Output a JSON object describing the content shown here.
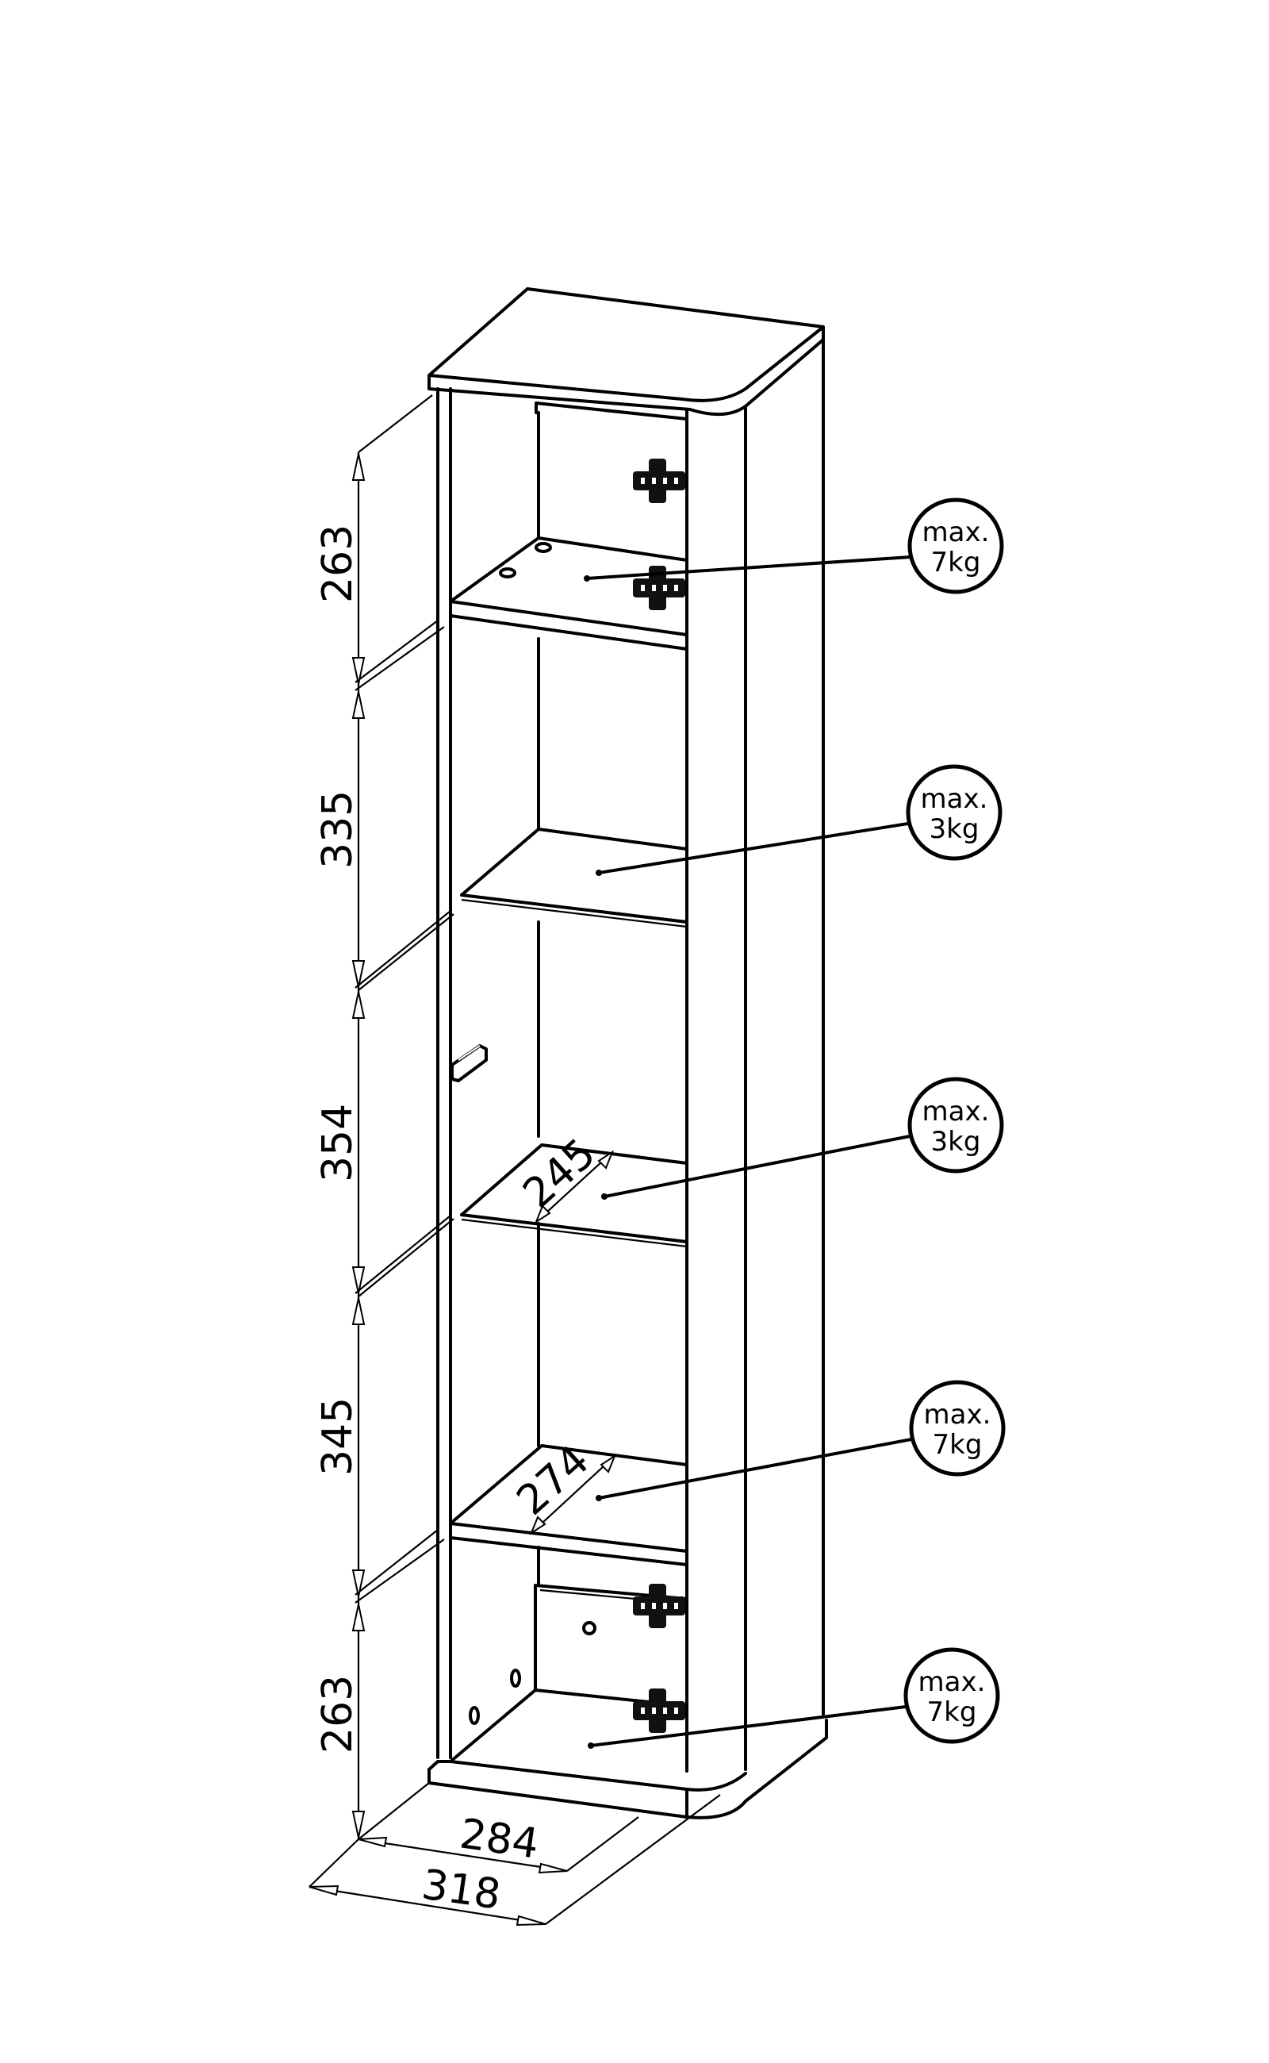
{
  "drawing": {
    "colors": {
      "line": "#000000",
      "background": "#ffffff"
    },
    "vertical_dimensions": [
      "263",
      "335",
      "354",
      "345",
      "263"
    ],
    "depth_dimensions": {
      "shelf_upper": "245",
      "shelf_lower": "274"
    },
    "width_dimensions": {
      "inner": "284",
      "outer": "318"
    },
    "load_callouts": [
      {
        "line1": "max.",
        "line2": "7kg"
      },
      {
        "line1": "max.",
        "line2": "3kg"
      },
      {
        "line1": "max.",
        "line2": "3kg"
      },
      {
        "line1": "max.",
        "line2": "7kg"
      },
      {
        "line1": "max.",
        "line2": "7kg"
      }
    ]
  }
}
